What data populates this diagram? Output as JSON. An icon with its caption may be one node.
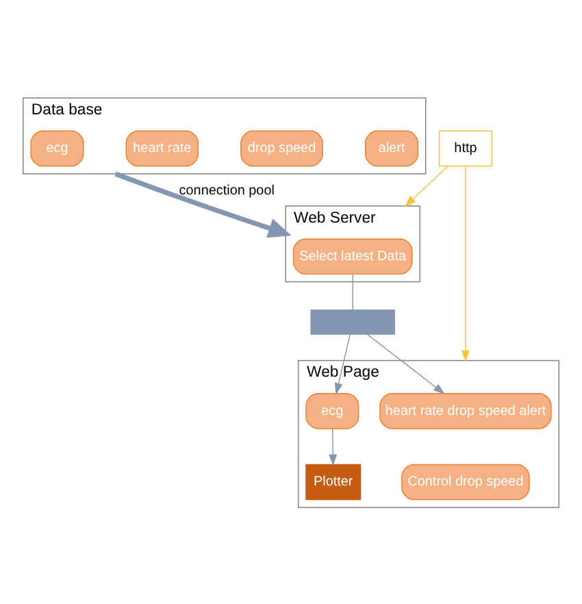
{
  "diagram": {
    "nodes": [
      {
        "text": [
          "Data base"
        ]
      },
      {
        "text": [
          "ecg"
        ],
        "in": 0
      },
      {
        "text": [
          "heart rate"
        ],
        "in": 0
      },
      {
        "text": [
          "drop speed"
        ],
        "in": 0
      },
      {
        "text": [
          "alert"
        ],
        "in": 0
      },
      {
        "text": [
          "Web Server"
        ]
      },
      {
        "text": [
          "Select latest Data"
        ],
        "in": 5
      },
      {
        "text": [
          "Web Page"
        ]
      },
      {
        "text": [
          "heart rate drop speed alert"
        ],
        "in": 7
      },
      {
        "text": [
          "Control drop speed"
        ],
        "in": 7
      },
      {
        "text": [
          "ecg"
        ],
        "in": 7
      },
      {
        "text": [
          "Plotter"
        ],
        "in": 7
      },
      {
        "text": [
          "http"
        ]
      },
      {
        "text": [],
        "shape": "box"
      }
    ],
    "edges": [
      {
        "from": 0,
        "to": 5,
        "arrow": "to",
        "label": "connection pool",
        "style": "thick"
      },
      {
        "from": 6,
        "to": 13,
        "arrow": "none"
      },
      {
        "from": 13,
        "to": 8,
        "arrow": "to"
      },
      {
        "from": 13,
        "to": 10,
        "arrow": "to"
      },
      {
        "from": 10,
        "to": 11,
        "arrow": "to"
      },
      {
        "from": 12,
        "to": 5,
        "arrow": "to",
        "color": "#f5c242"
      },
      {
        "from": 12,
        "to": 7,
        "arrow": "to",
        "color": "#f5c242"
      }
    ]
  }
}
